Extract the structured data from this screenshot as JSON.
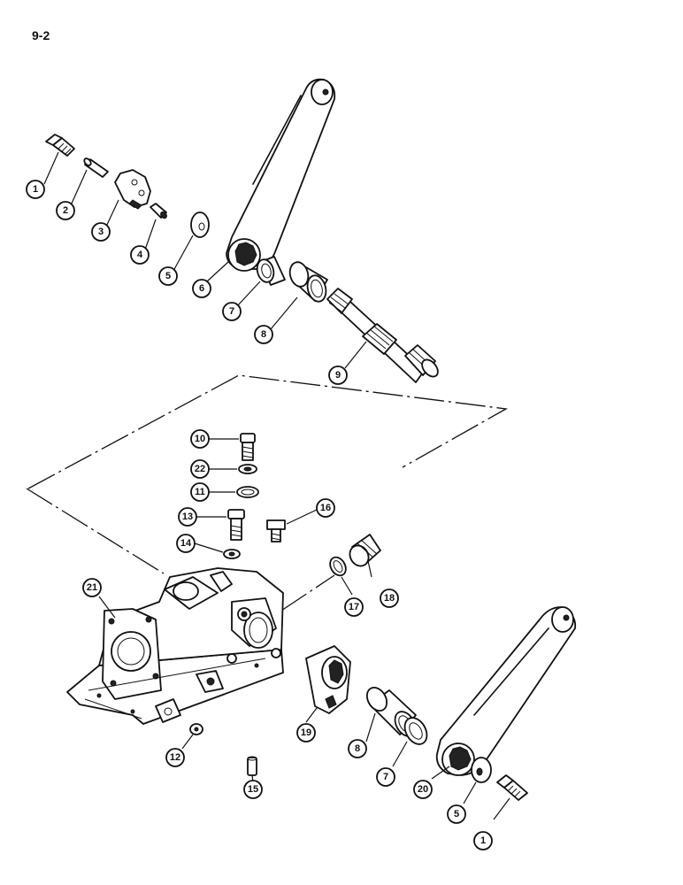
{
  "page_number": "9-2",
  "callouts": [
    {
      "id": "c1a",
      "label": "1"
    },
    {
      "id": "c2",
      "label": "2"
    },
    {
      "id": "c3",
      "label": "3"
    },
    {
      "id": "c4",
      "label": "4"
    },
    {
      "id": "c5a",
      "label": "5"
    },
    {
      "id": "c6",
      "label": "6"
    },
    {
      "id": "c7a",
      "label": "7"
    },
    {
      "id": "c8a",
      "label": "8"
    },
    {
      "id": "c9",
      "label": "9"
    },
    {
      "id": "c10",
      "label": "10"
    },
    {
      "id": "c22",
      "label": "22"
    },
    {
      "id": "c11",
      "label": "11"
    },
    {
      "id": "c13",
      "label": "13"
    },
    {
      "id": "c16",
      "label": "16"
    },
    {
      "id": "c14",
      "label": "14"
    },
    {
      "id": "c18",
      "label": "18"
    },
    {
      "id": "c17",
      "label": "17"
    },
    {
      "id": "c21",
      "label": "21"
    },
    {
      "id": "c19",
      "label": "19"
    },
    {
      "id": "c12",
      "label": "12"
    },
    {
      "id": "c15",
      "label": "15"
    },
    {
      "id": "c8b",
      "label": "8"
    },
    {
      "id": "c7b",
      "label": "7"
    },
    {
      "id": "c20",
      "label": "20"
    },
    {
      "id": "c5b",
      "label": "5"
    },
    {
      "id": "c1b",
      "label": "1"
    }
  ]
}
